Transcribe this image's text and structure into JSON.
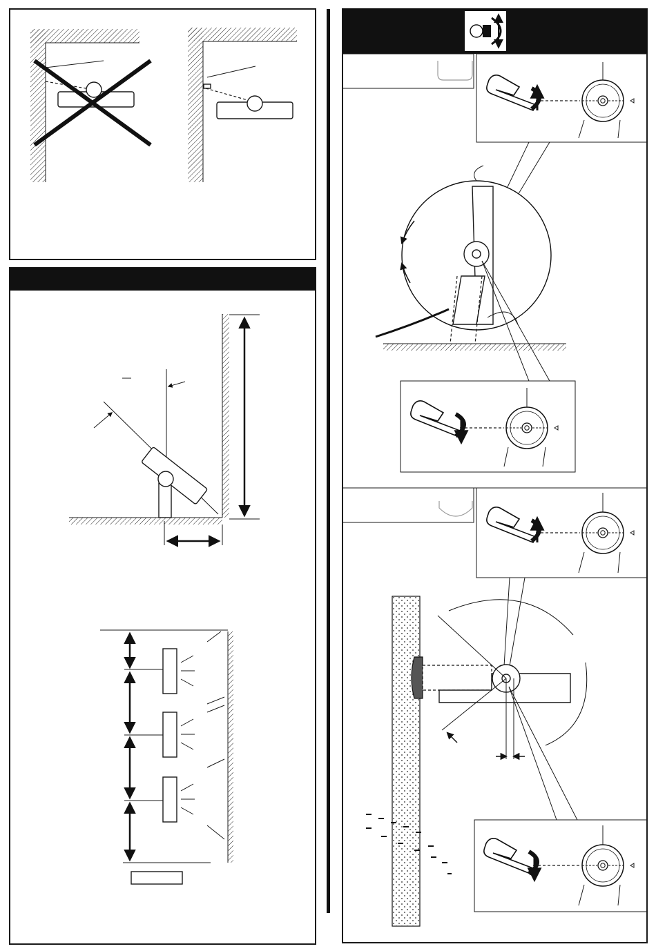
{
  "colors": {
    "ink": "#111111",
    "paper": "#ffffff",
    "panel_header": "#111111"
  },
  "panels": [
    {
      "name": "wall-clearance",
      "shows": [
        "incorrect-mounting-crossed-out",
        "correct-mounting-with-spacer"
      ]
    },
    {
      "name": "aiming-geometry",
      "shows": [
        "tilt-angle-diagram",
        "mounting-distance-arrow",
        "mounting-height-arrow",
        "multiple-unit-spacing"
      ]
    },
    {
      "name": "angle-adjustment",
      "header_icon": "lamp-tilt-icon",
      "sections": [
        {
          "name": "floor-mount",
          "icon": "u-bracket-up-icon",
          "steps": [
            "loosen-hex-key",
            "tilt-fixture",
            "tighten-hex-key"
          ]
        },
        {
          "name": "wall-mount",
          "icon": "u-bracket-down-icon",
          "steps": [
            "loosen-hex-key",
            "tilt-fixture",
            "tighten-hex-key"
          ]
        }
      ]
    }
  ],
  "icons": [
    "hex-key-icon",
    "rotate-arrow-icon",
    "angle-dial-icon",
    "cross-out-icon",
    "lamp-tilt-icon",
    "u-bracket-icon"
  ]
}
